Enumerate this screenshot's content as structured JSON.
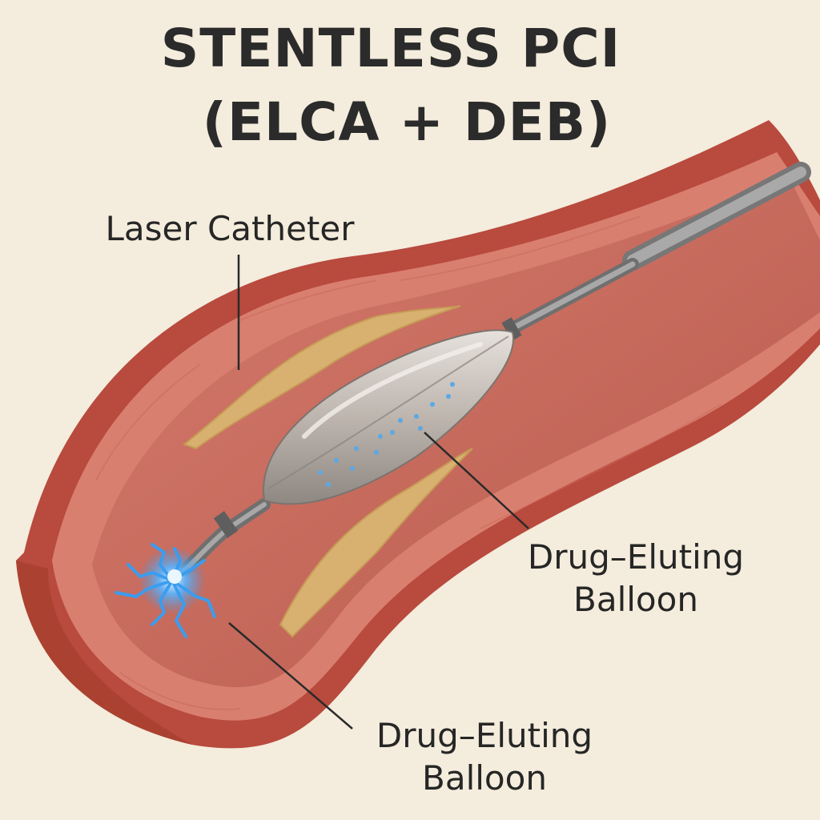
{
  "title": {
    "line1": "STENTLESS PCI",
    "line2": "(ELCA + DEB)"
  },
  "labels": {
    "laser_catheter": "Laser Catheter",
    "balloon_upper": {
      "line1": "Drug–Eluting",
      "line2": "Balloon"
    },
    "balloon_lower": {
      "line1": "Drug–Eluting",
      "line2": "Balloon"
    }
  },
  "colors": {
    "background": "#f4ecdc",
    "vessel_outer": "#b84a3e",
    "vessel_wall": "#d97f70",
    "vessel_lumen": "#c66558",
    "plaque": "#d8b070",
    "catheter": "#8c8c8c",
    "balloon": "#b9b2ac",
    "drug_dots": "#5aa8e6",
    "laser_burst": "#3a9df0"
  },
  "icons": {
    "laser_tip": "laser-burst-icon"
  }
}
